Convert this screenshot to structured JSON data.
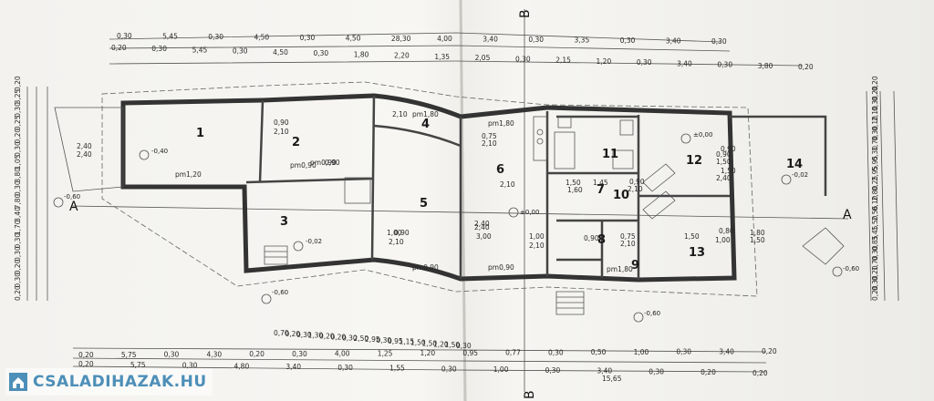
{
  "section_marks": {
    "a_left": "A",
    "a_right": "A",
    "b_top": "B",
    "b_bottom": "B"
  },
  "rooms": [
    "1",
    "2",
    "3",
    "4",
    "5",
    "6",
    "7",
    "8",
    "9",
    "10",
    "11",
    "12",
    "13",
    "14"
  ],
  "top_dims_row1": [
    "0,30",
    "5,45",
    "0,30",
    "4,50",
    "0,30",
    "4,50",
    "28,30",
    "4,00",
    "3,40",
    "0,30",
    "3,35",
    "0,30",
    "3,40",
    "0,30"
  ],
  "top_dims_row2": [
    "0,20",
    "0,30",
    "5,45",
    "0,30",
    "4,50",
    "0,30",
    "1,80",
    "2,20",
    "1,35",
    "2,05",
    "0,30",
    "2,15",
    "1,20",
    "0,30",
    "3,40",
    "0,30",
    "3,80",
    "0,20"
  ],
  "bottom_dims_row1": [
    "0,70",
    "0,20",
    "0,30",
    "1,30",
    "0,20",
    "0,20",
    "0,30",
    "2,50",
    "2,95",
    "0,30",
    "0,95",
    "1,15",
    "1,50",
    "1,50",
    "1,20",
    "1,50",
    "0,30"
  ],
  "bottom_dims_row2": [
    "0,20",
    "5,75",
    "0,30",
    "4,30",
    "0,20",
    "0,30",
    "4,00",
    "1,25",
    "1,20",
    "0,95",
    "0,77",
    "0,30",
    "0,50",
    "1,00",
    "0,30",
    "3,40",
    "0,20"
  ],
  "bottom_dims_row3": [
    "0,20",
    "5,75",
    "0,30",
    "4,80",
    "3,40",
    "0,30",
    "1,55",
    "0,30",
    "1,00",
    "0,30",
    "3,40",
    "0,30",
    "0,20",
    "0,20"
  ],
  "bottom_total": "15,65",
  "left_dims": [
    "0,20",
    "0,30",
    "0,20",
    "0,30",
    "0,30",
    "1,70",
    "3,40",
    "7,80",
    "0,30",
    "3,80",
    "1,05",
    "0,30",
    "0,20",
    "0,25",
    "0,30",
    "3,25",
    "0,20"
  ],
  "right_dims": [
    "0,20",
    "0,30",
    "0,20",
    "1,70",
    "0,30",
    "0,85",
    "3,45",
    "1,50",
    "2,56",
    "0,10",
    "2,80",
    "0,25",
    "2,95",
    "5,95",
    "0,30",
    "1,70",
    "0,30",
    "0,10",
    "2,10",
    "0,30",
    "0,20",
    "0,20"
  ],
  "openings": [
    "2,40",
    "2,40",
    "pm1,20",
    "0,90",
    "2,10",
    "pm0,90",
    "pm0,90",
    "0,90",
    "2,10",
    "pm1,80",
    "0,75",
    "2,10",
    "pm1,80",
    "0,90",
    "2,10",
    "1,00",
    "2,40",
    "3,00",
    "2,40",
    "1,00",
    "2,10",
    "pm0,90",
    "pm0,90",
    "pm1,80",
    "0,90",
    "1,50",
    "1,00",
    "2,40",
    "0,90",
    "1,50",
    "1,45",
    "0,90",
    "2,10",
    "0,75",
    "2,10",
    "1,80",
    "1,50",
    "0,80",
    "1,50",
    "1,60",
    "1,50",
    "0,90",
    "2,10"
  ],
  "levels": [
    "-0,40",
    "-0,60",
    "±0,00",
    "±0,00",
    "-0,02",
    "-0,02",
    "-0,60",
    "-0,60",
    "-0,60"
  ],
  "logo": {
    "text": "CSALADIHAZAK.HU"
  }
}
